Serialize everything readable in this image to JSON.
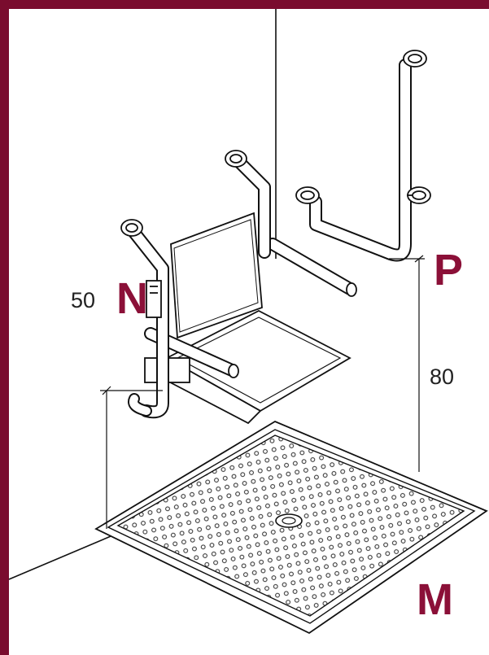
{
  "labels": {
    "p": "P",
    "n": "N",
    "m": "M",
    "dim_80": "80",
    "dim_50": "50"
  },
  "colors": {
    "frame": "#7a0c2e",
    "accent": "#8b1038",
    "line": "#111111"
  }
}
